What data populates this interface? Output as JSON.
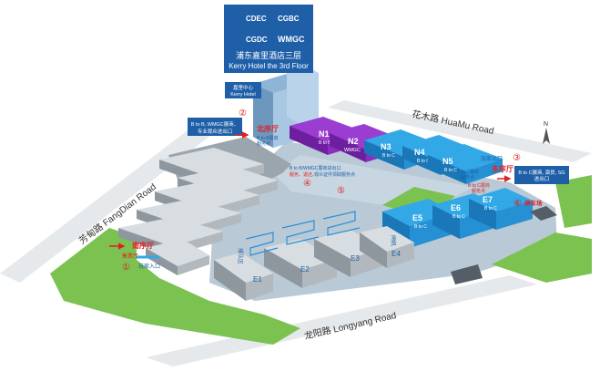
{
  "banner": {
    "logos": [
      "CDEC",
      "CGBC",
      "CGDC",
      "WMGC"
    ],
    "title_cn": "浦东嘉里酒店三层",
    "title_en": "Kerry Hotel the 3rd Floor"
  },
  "hotel_label": {
    "cn": "嘉里中心",
    "en": "Kerry Hotel"
  },
  "roads": {
    "fangdian": "芳甸路 FangDian Road",
    "huamu": "花木路 HuaMu Road",
    "longyang": "龙阳路 Longyang Road"
  },
  "compass": "N",
  "halls": {
    "N1": {
      "name": "N1",
      "sub": "B to B"
    },
    "N2": {
      "name": "N2",
      "sub": "WMGC"
    },
    "N3": {
      "name": "N3",
      "sub": "B to C"
    },
    "N4": {
      "name": "N4",
      "sub": "B to C"
    },
    "N5": {
      "name": "N5",
      "sub": "B to C"
    },
    "E5": {
      "name": "E5",
      "sub": "B to C"
    },
    "E6": {
      "name": "E6",
      "sub": "B to C"
    },
    "E7": {
      "name": "E7",
      "sub": "B to C"
    },
    "E1": {
      "name": "E1"
    },
    "E2": {
      "name": "E2"
    },
    "E3": {
      "name": "E3"
    },
    "E4": {
      "name": "E4"
    }
  },
  "markers": {
    "m1": "①",
    "m2": "②",
    "m3": "③",
    "m4": "④",
    "m5": "⑤",
    "m6": "⑥"
  },
  "labels": {
    "btob_exit_line1": "B to B, WMGC展商、",
    "btob_exit_line2": "专业观众进出口",
    "north_hall": "北序厅",
    "btob_service_line1": "B to B展商",
    "btob_service_line2": "服务点",
    "wmgc_service_line1": "B to B/WMGC展商进出口",
    "wmgc_service_line2": "服务、退还、",
    "wmgc_service_line3": "观众证件领取服务点",
    "btoc_service_n_line1": "B to C展商",
    "btoc_service_n_line2": "服务点",
    "east_hall": "东序厅",
    "btoc_exit_line1": "B to C展商, 演员, SG",
    "btoc_exit_line2": "进出口",
    "player_exit": "玩家出口",
    "btoc_service_e_line1": "B to C展商",
    "btoc_service_e_line2": "服务点",
    "parking": "停车场",
    "south_hall": "南序厅",
    "ticket_hall": "售票厅",
    "player_entry": "玩家入口",
    "queue_area": "排队区",
    "gate": "闸机"
  }
}
